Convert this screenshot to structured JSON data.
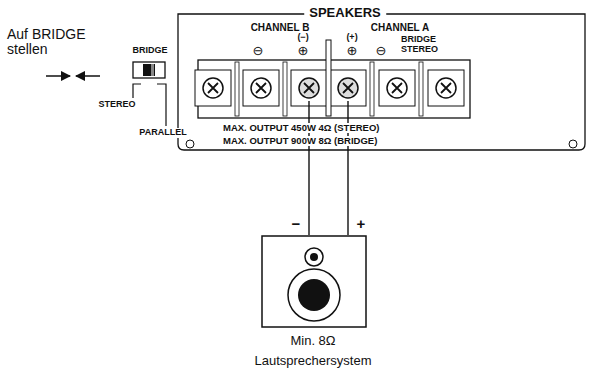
{
  "diagram": {
    "nodes": [
      {
        "text": [
          "Min. 8Ω",
          "Lautsprechersystem"
        ]
      }
    ],
    "labels": [
      "Auf BRIDGE stellen",
      "BRIDGE",
      "STEREO",
      "PARALLEL",
      "SPEAKERS",
      "CHANNEL B",
      "CHANNEL A",
      "BRIDGE STEREO",
      "⊖",
      "(−)",
      "⊕",
      "(+)",
      "⊕",
      "⊖",
      "MAX. OUTPUT 450W 4Ω (STEREO)",
      "MAX. OUTPUT 900W 8Ω (BRIDGE)",
      "−",
      "+"
    ]
  }
}
